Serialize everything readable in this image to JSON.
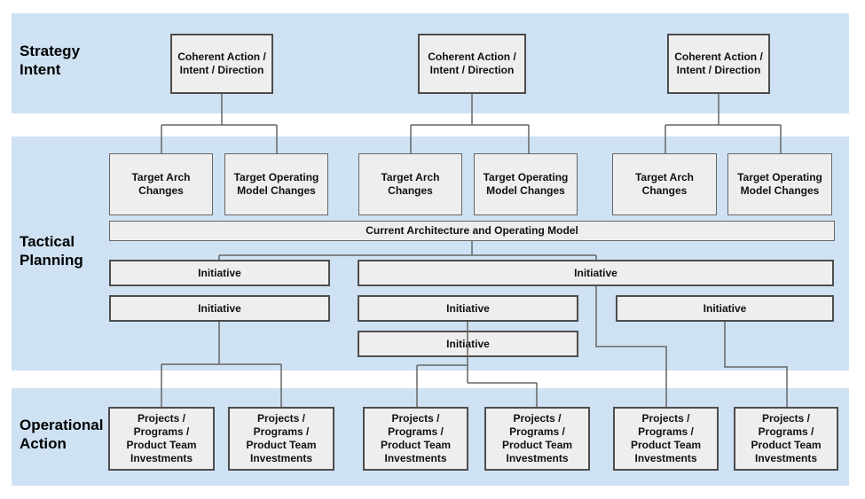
{
  "diagram_title": "Strategy to Operational Action flow diagram",
  "colors": {
    "band_background": "#cfe2f3",
    "node_fill": "#eeeeee",
    "node_border_thin": "#666666",
    "node_border_thick": "#4d4d4d",
    "connector": "#666666",
    "text": "#111111",
    "page_background": "#ffffff"
  },
  "bands": {
    "strategy": {
      "label": "Strategy\nIntent"
    },
    "tactical": {
      "label": "Tactical\nPlanning"
    },
    "operational": {
      "label": "Operational\nAction"
    }
  },
  "nodes": {
    "coherent_action": "Coherent Action / Intent / Direction",
    "target_arch": "Target Arch Changes",
    "target_operating_model": "Target Operating Model Changes",
    "current_architecture": "Current Architecture and Operating Model",
    "initiative": "Initiative",
    "projects": "Projects / Programs / Product Team Investments"
  },
  "counts": {
    "coherent_action_boxes": 3,
    "target_arch_boxes": 3,
    "target_operating_model_boxes": 3,
    "initiative_boxes": 6,
    "projects_boxes": 6
  }
}
